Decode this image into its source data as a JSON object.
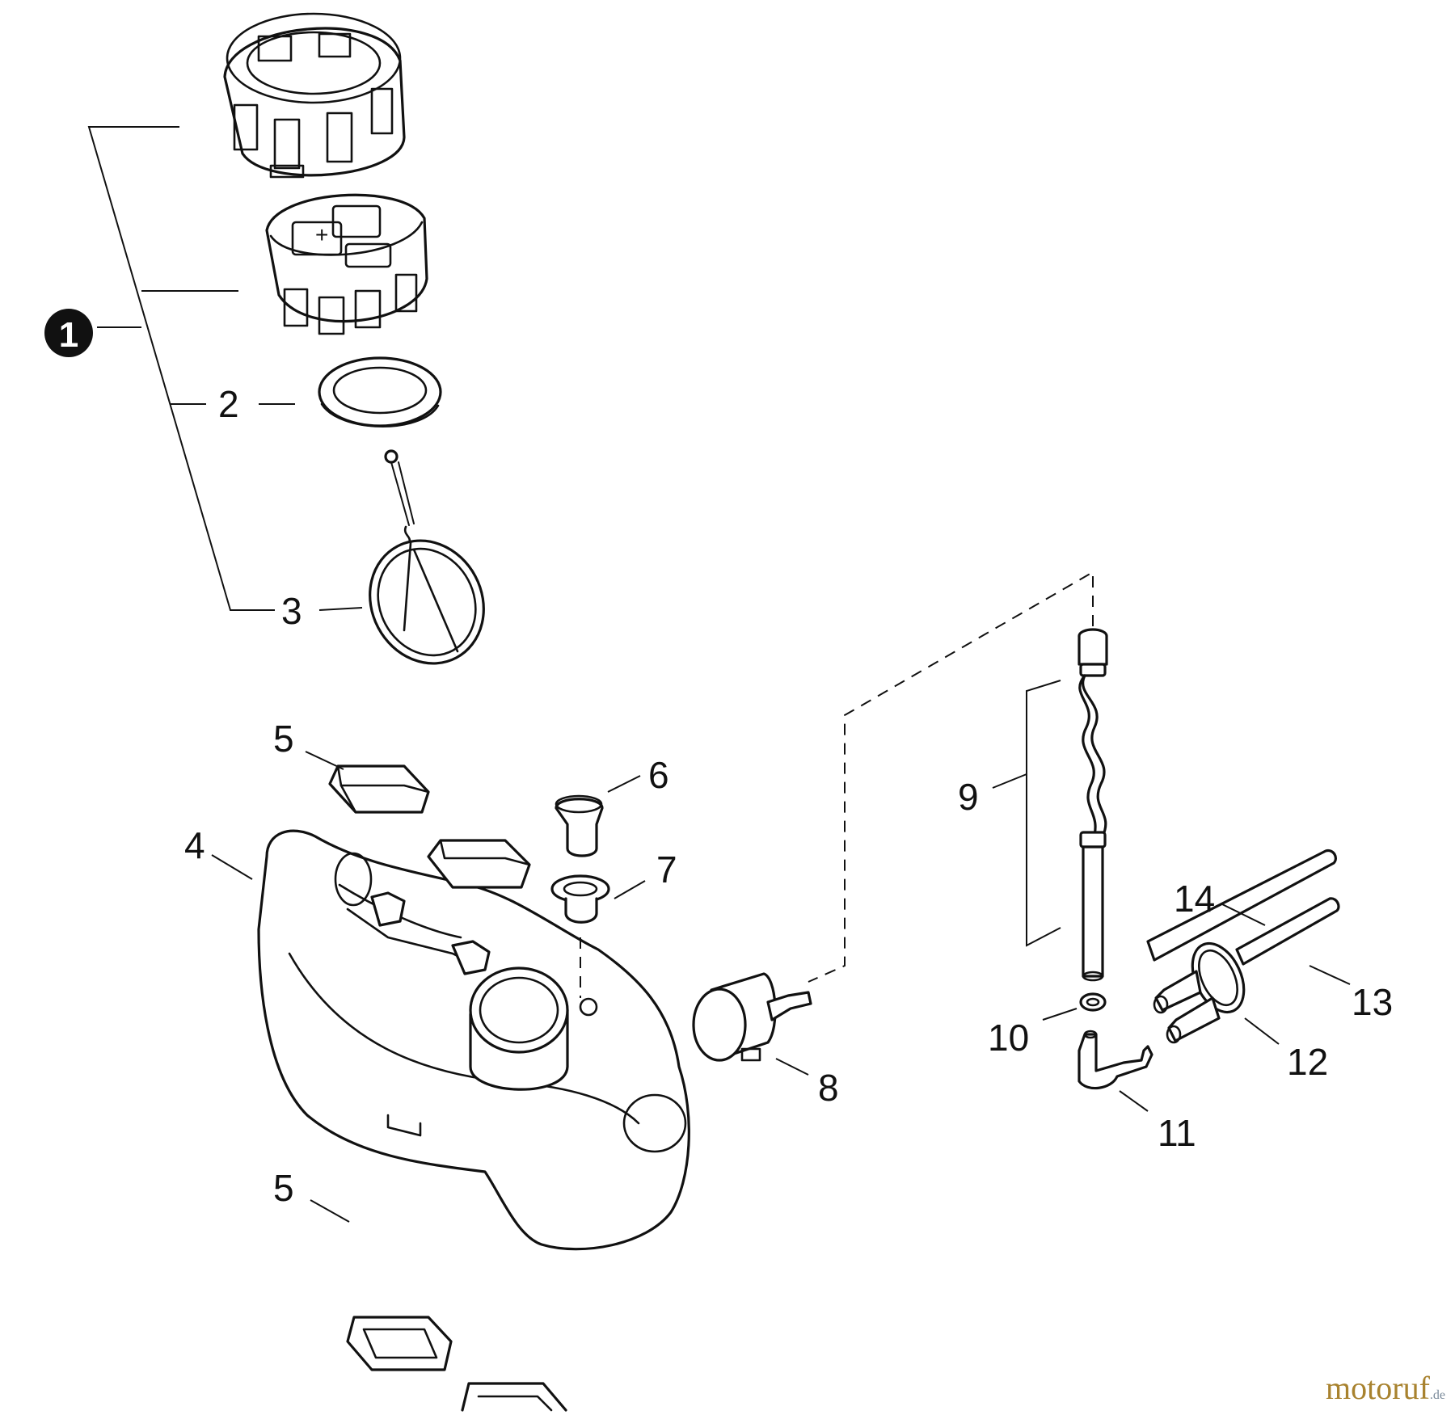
{
  "callouts": {
    "c1": "1",
    "c2": "2",
    "c3": "3",
    "c4": "4",
    "c5a": "5",
    "c5b": "5",
    "c6": "6",
    "c7": "7",
    "c8": "8",
    "c9": "9",
    "c10": "10",
    "c11": "11",
    "c12": "12",
    "c13": "13",
    "c14": "14"
  },
  "watermark": {
    "brand": "motoruf",
    "tld": ".de"
  }
}
